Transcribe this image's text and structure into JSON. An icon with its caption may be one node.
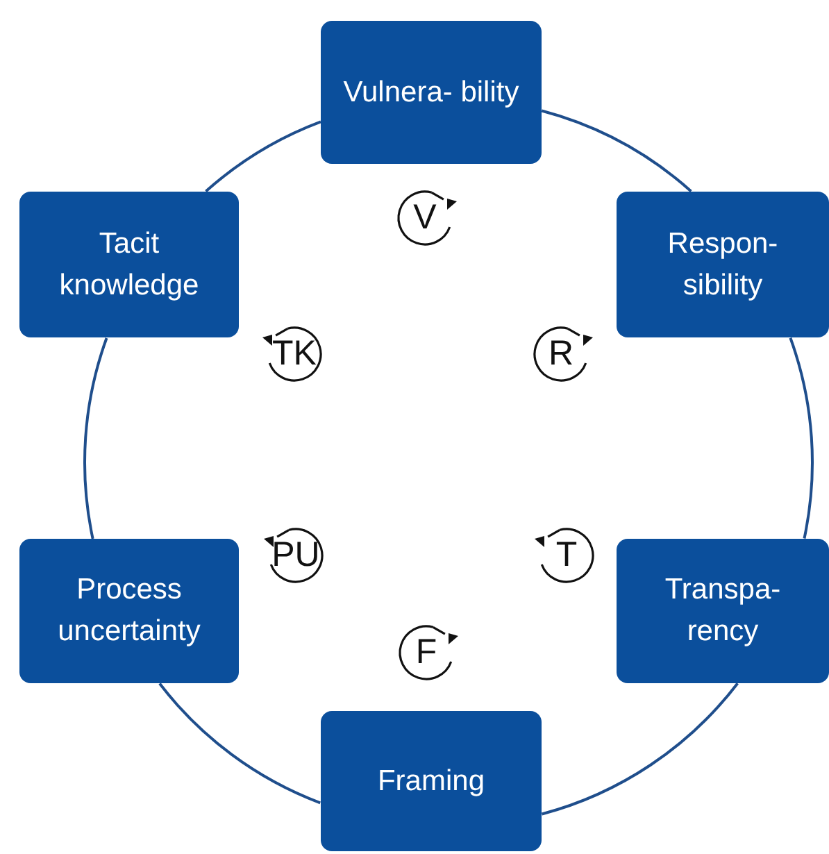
{
  "diagram": {
    "nodes": [
      {
        "text": [
          "Vulnera- bility"
        ]
      },
      {
        "text": [
          "Respon- sibility"
        ]
      },
      {
        "text": [
          "Transpa- rency"
        ]
      },
      {
        "text": [
          "Framing"
        ]
      },
      {
        "text": [
          "Process uncertainty"
        ]
      },
      {
        "text": [
          "Tacit knowledge"
        ]
      },
      {
        "text": [
          "V"
        ]
      },
      {
        "text": [
          "R"
        ]
      },
      {
        "text": [
          "T"
        ]
      },
      {
        "text": [
          "F"
        ]
      },
      {
        "text": [
          "PU"
        ]
      },
      {
        "text": [
          "TK"
        ]
      }
    ],
    "edges": [
      {
        "from": 0,
        "to": 1,
        "arrow": "none"
      },
      {
        "from": 1,
        "to": 2,
        "arrow": "none"
      },
      {
        "from": 2,
        "to": 3,
        "arrow": "none"
      },
      {
        "from": 3,
        "to": 4,
        "arrow": "none"
      },
      {
        "from": 4,
        "to": 5,
        "arrow": "none"
      },
      {
        "from": 5,
        "to": 0,
        "arrow": "none"
      }
    ]
  }
}
